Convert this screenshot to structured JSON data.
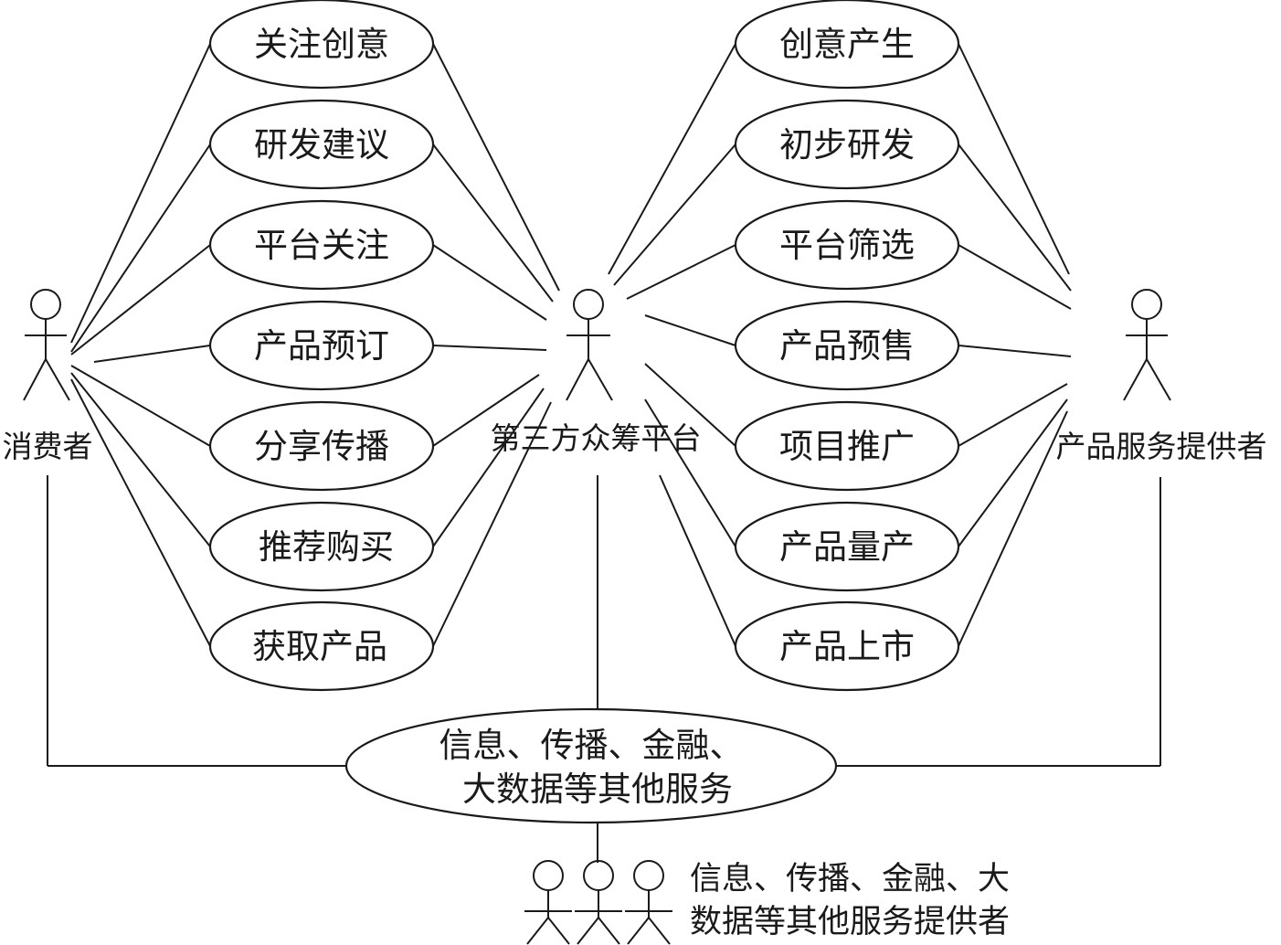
{
  "actors": {
    "consumer": "消费者",
    "platform": "第三方众筹平台",
    "provider": "产品服务提供者"
  },
  "left_use_cases": [
    "关注创意",
    "研发建议",
    "平台关注",
    "产品预订",
    "分享传播",
    "推荐购买",
    "获取产品"
  ],
  "right_use_cases": [
    "创意产生",
    "初步研发",
    "平台筛选",
    "产品预售",
    "项目推广",
    "产品量产",
    "产品上市"
  ],
  "services": {
    "line1": "信息、传播、金融、",
    "line2": "大数据等其他服务"
  },
  "service_providers": {
    "line1": "信息、传播、金融、大",
    "line2": "数据等其他服务提供者"
  }
}
